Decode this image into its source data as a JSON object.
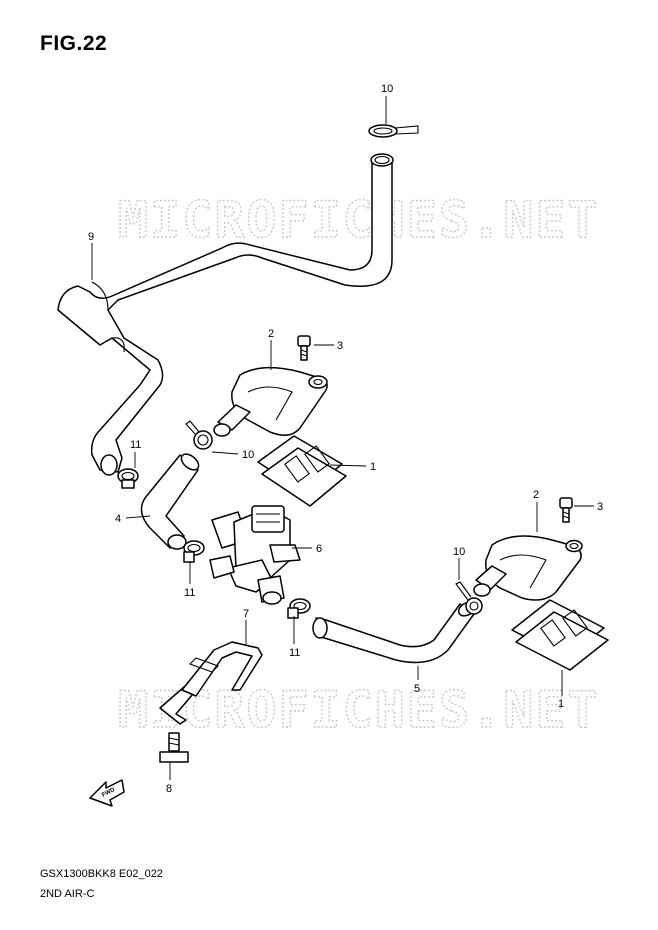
{
  "figure": {
    "title": "FIG.22"
  },
  "footer": {
    "code": "GSX1300BKK8 E02_022",
    "name": "2ND AIR-C"
  },
  "watermark": {
    "text": "MICROFICHES.NET"
  },
  "fwd_arrow": {
    "label": "FWD"
  },
  "callouts": {
    "c10_top": "10",
    "c9": "9",
    "c2_left": "2",
    "c3_left": "3",
    "c11_top": "11",
    "c10_mid": "10",
    "c1_left": "1",
    "c4": "4",
    "c6": "6",
    "c11_left": "11",
    "c7": "7",
    "c11_right": "11",
    "c2_right": "2",
    "c3_right": "3",
    "c10_right": "10",
    "c5": "5",
    "c1_right": "1",
    "c8": "8"
  }
}
